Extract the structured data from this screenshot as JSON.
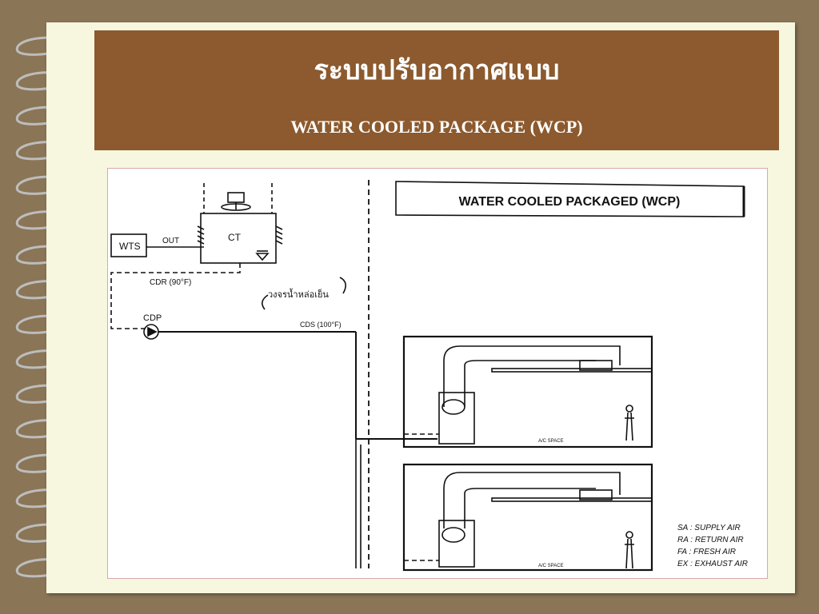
{
  "slide": {
    "title_thai": "ระบบปรับอากาศแบบ",
    "title_english": "WATER  COOLED  PACKAGE (WCP)"
  },
  "diagram": {
    "banner": "WATER COOLED PACKAGED (WCP)",
    "wts_label": "WTS",
    "out_label": "OUT",
    "ct_label": "CT",
    "cdr_label": "CDR (90°F)",
    "thai_note": "วงจรน้ำหล่อเย็น",
    "cdp_label": "CDP",
    "cds_label": "CDS (100°F)",
    "space_label": "A/C SPACE",
    "legend": [
      "SA :  SUPPLY  AIR",
      "RA :  RETURN  AIR",
      "FA :  FRESH  AIR",
      "EX :  EXHAUST  AIR"
    ]
  },
  "colors": {
    "background": "#8a7556",
    "page": "#f7f6df",
    "header": "#8c5a2e",
    "ink": "#111111"
  }
}
